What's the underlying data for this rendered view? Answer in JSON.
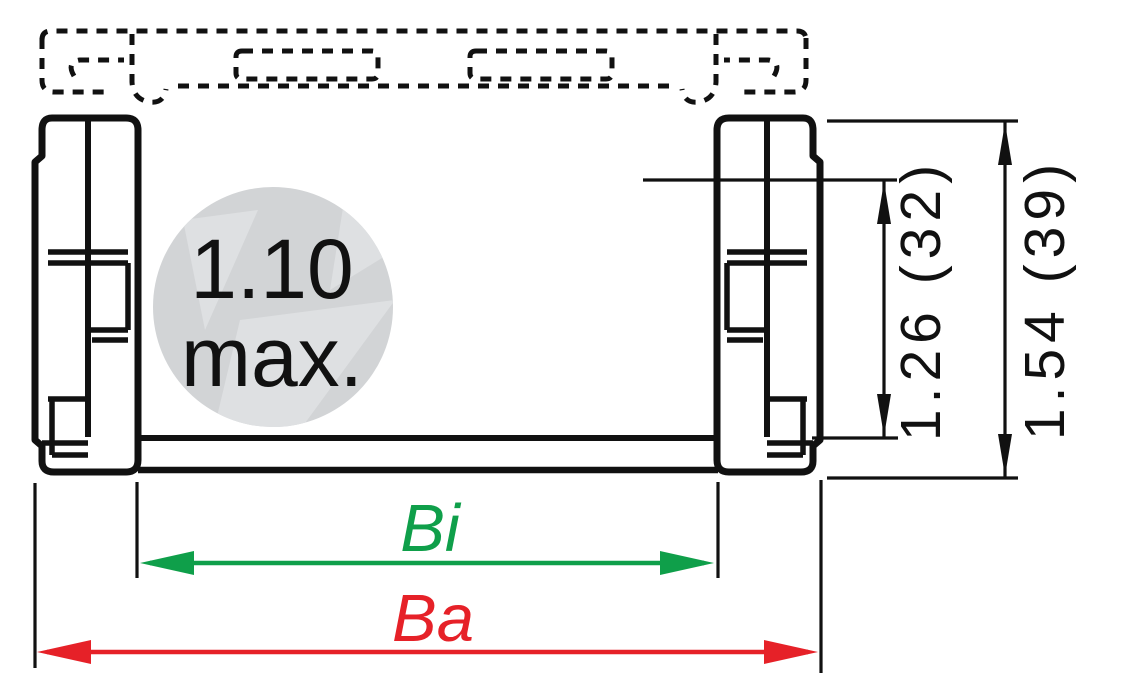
{
  "diagram": {
    "annotation": {
      "value": "1.10",
      "qualifier": "max."
    },
    "dimensions": {
      "inner_height": {
        "label": "1.26 (32)"
      },
      "outer_height": {
        "label": "1.54 (39)"
      },
      "inner_width": {
        "label": "Bi"
      },
      "outer_width": {
        "label": "Ba"
      }
    },
    "colors": {
      "line": "#111111",
      "background": "#ffffff",
      "badge_fill": "#d2d4d6",
      "badge_watermark": "#dee0e2",
      "inner_width": "#0f9f4a",
      "outer_width": "#e62128"
    }
  }
}
